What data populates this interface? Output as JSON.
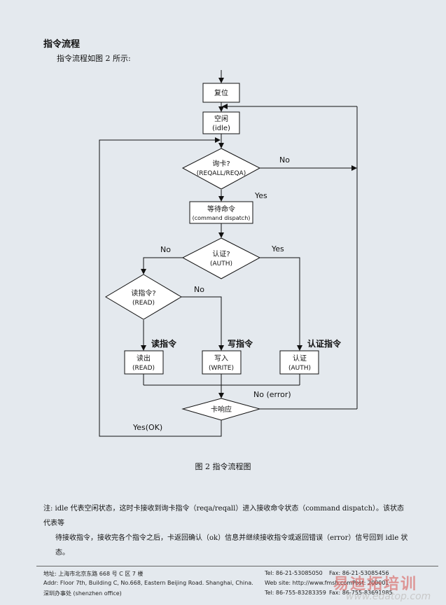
{
  "heading": "指令流程",
  "intro": "指令流程如图 2 所示:",
  "flow": {
    "reset": "复位",
    "idle_cn": "空闲",
    "idle_en": "(idle)",
    "query_cn": "询卡?",
    "query_en": "(REQALL/REQA)",
    "no1": "No",
    "yes1": "Yes",
    "wait_cn": "等待命令",
    "wait_en": "(command dispatch)",
    "auth_cn": "认证?",
    "auth_en": "(AUTH)",
    "no2": "No",
    "yes2": "Yes",
    "read_q_cn": "读指令?",
    "read_q_en": "(READ)",
    "no3": "No",
    "read_cmd": "读指令",
    "write_cmd": "写指令",
    "auth_cmd": "认证指令",
    "read_cn": "读出",
    "read_en": "(READ)",
    "write_cn": "写入",
    "write_en": "(WRITE)",
    "authbox_cn": "认证",
    "authbox_en": "(AUTH)",
    "no_error": "No (error)",
    "card_resp": "卡响应",
    "yes_ok": "Yes(OK)"
  },
  "caption": "图 2   指令流程图",
  "note": {
    "line1": "注:  idle 代表空闲状态，这时卡接收到询卡指令（reqa/reqall）进入接收命令状态（command dispatch）。该状态代表等",
    "line2": "待接收指令，接收完各个指令之后，卡返回确认（ok）信息并继续接收指令或返回错误（error）信号回到 idle 状态。"
  },
  "footer": {
    "addr_cn": "地址: 上海市北京东路 668 号 C 区 7 楼",
    "addr_en": "Addr: Floor 7th, Building C, No.668, Eastern Beijing Road. Shanghai, China.",
    "office": "深圳办事处 (shenzhen office)",
    "tel1": "Tel: 86-21-53085050",
    "fax1": "Fax: 86-21-53085456",
    "web": "Web site: http://www.fmsh.com",
    "post": "Post: 200001",
    "tel2": "Tel: 86-755-83283359",
    "fax2": "Fax: 86-755-83691985"
  },
  "watermark": {
    "brand": "易迪拓培训",
    "url": "www.edatop.com"
  }
}
